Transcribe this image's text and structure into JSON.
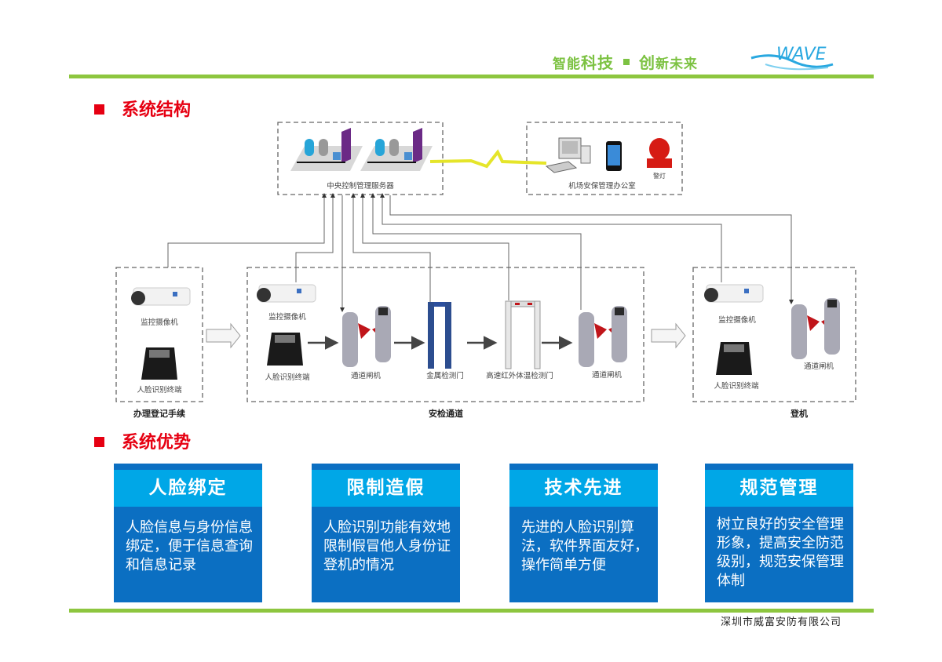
{
  "header": {
    "slogan_part1_small": "智能",
    "slogan_part1_big": "科技",
    "slogan_part2_big": "创",
    "slogan_part2_small": "新未来",
    "logo_text": "WAVE",
    "brand_green": "#8dc63f",
    "brand_blue": "#29a8e0"
  },
  "section_structure": {
    "title": "系统结构"
  },
  "diagram": {
    "server_box_label": "中央控制管理服务器",
    "office_box_label": "机场安保管理办公室",
    "alarm_light_label": "警灯",
    "groups": [
      {
        "name": "办理登记手续",
        "devices": [
          "监控摄像机",
          "人脸识别终端"
        ]
      },
      {
        "name": "安检通道",
        "devices": [
          "监控摄像机",
          "人脸识别终端",
          "通道闸机",
          "金属检测门",
          "高速红外体温检测门",
          "通道闸机"
        ]
      },
      {
        "name": "登机",
        "devices": [
          "监控摄像机",
          "人脸识别终端",
          "通道闸机"
        ]
      }
    ]
  },
  "section_advantages": {
    "title": "系统优势",
    "cards": [
      {
        "title": "人脸绑定",
        "text": "人脸信息与身份信息绑定，便于信息查询和信息记录"
      },
      {
        "title": "限制造假",
        "text": "人脸识别功能有效地限制假冒他人身份证登机的情况"
      },
      {
        "title": "技术先进",
        "text": "先进的人脸识别算法，软件界面友好，操作简单方便"
      },
      {
        "title": "规范管理",
        "text": "树立良好的安全管理形象，提高安全防范级别，规范安保管理体制"
      }
    ],
    "card_header_color": "#00a7e7",
    "card_body_color": "#0b6fc2"
  },
  "footer": {
    "company": "深圳市威富安防有限公司"
  },
  "accent_red": "#e60012"
}
